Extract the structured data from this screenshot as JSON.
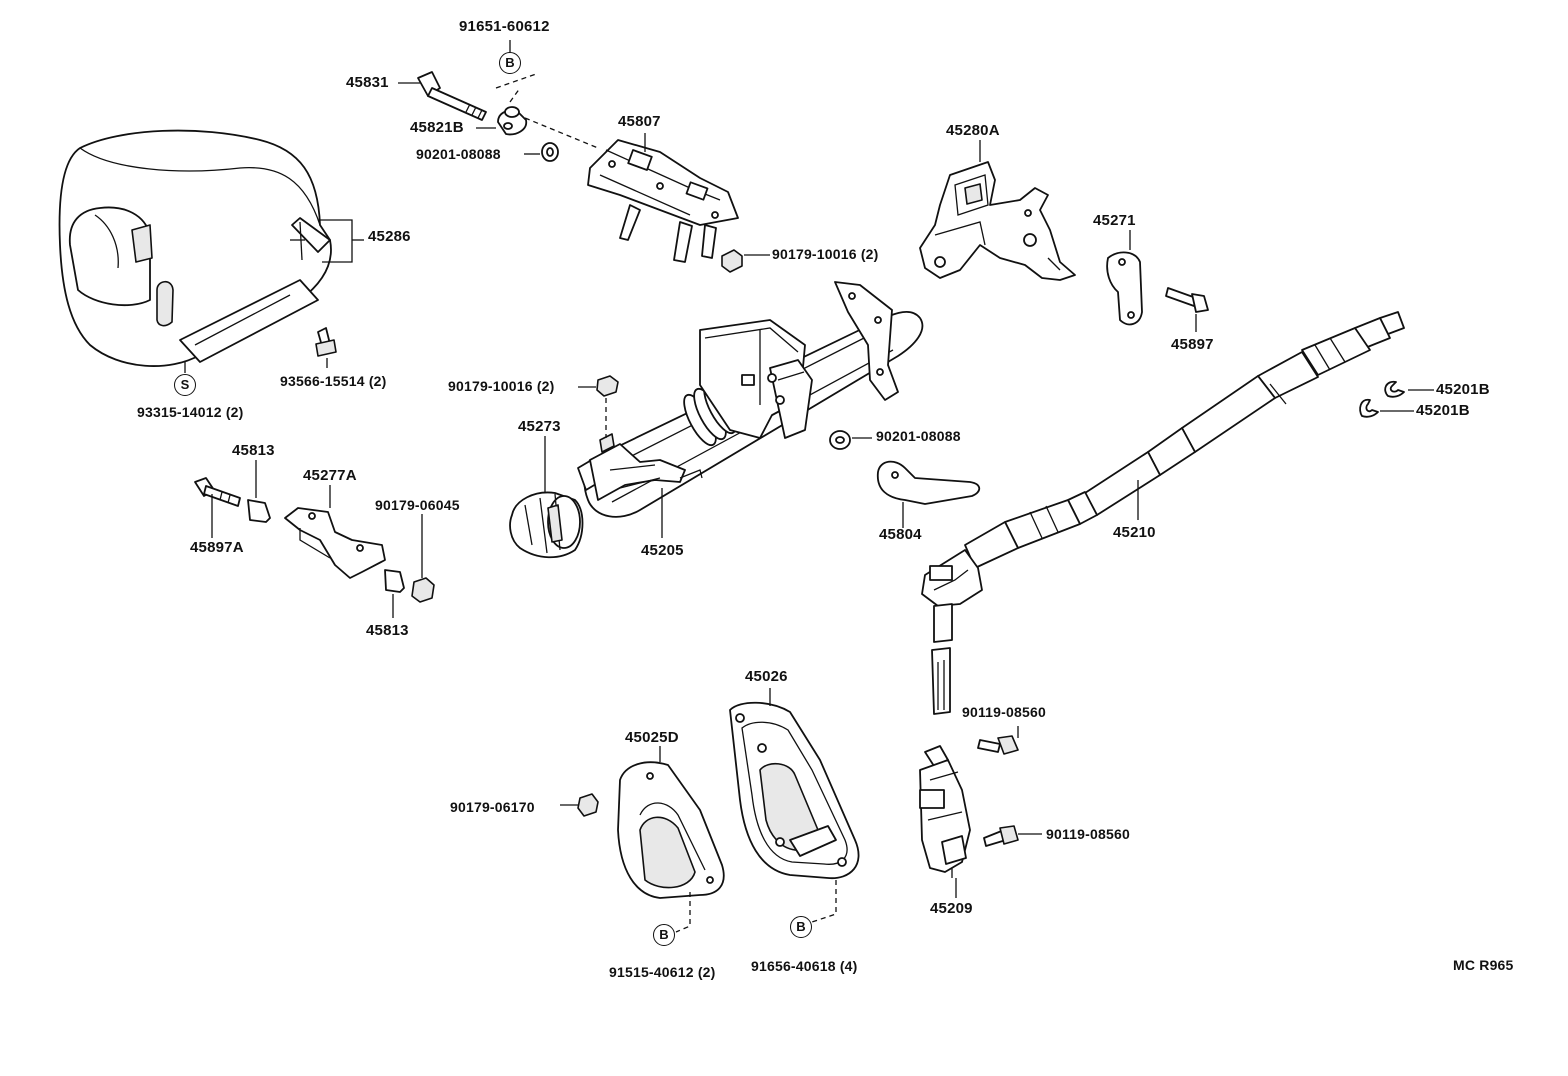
{
  "labels": {
    "p91651": "91651-60612",
    "p45831": "45831",
    "p45821b": "45821B",
    "p90201a": "90201-08088",
    "p45807": "45807",
    "p45280a": "45280A",
    "p45286": "45286",
    "p90179a": "90179-10016 (2)",
    "p45271": "45271",
    "p45897": "45897",
    "p93566": "93566-15514 (2)",
    "p93315": "93315-14012 (2)",
    "p90179b": "90179-10016 (2)",
    "p45273": "45273",
    "p90201b": "90201-08088",
    "p45201b1": "45201B",
    "p45201b2": "45201B",
    "p45813a": "45813",
    "p45277a": "45277A",
    "p90179c": "90179-06045",
    "p45897a": "45897A",
    "p45205": "45205",
    "p45804": "45804",
    "p45210": "45210",
    "p45813b": "45813",
    "p45026": "45026",
    "p45025d": "45025D",
    "p90119a": "90119-08560",
    "p90179d": "90179-06170",
    "p90119b": "90119-08560",
    "p45209": "45209",
    "p91515": "91515-40612 (2)",
    "p91656": "91656-40618 (4)",
    "code": "MC R965"
  },
  "markers": {
    "b1": "B",
    "s1": "S",
    "b2": "B",
    "b3": "B"
  }
}
